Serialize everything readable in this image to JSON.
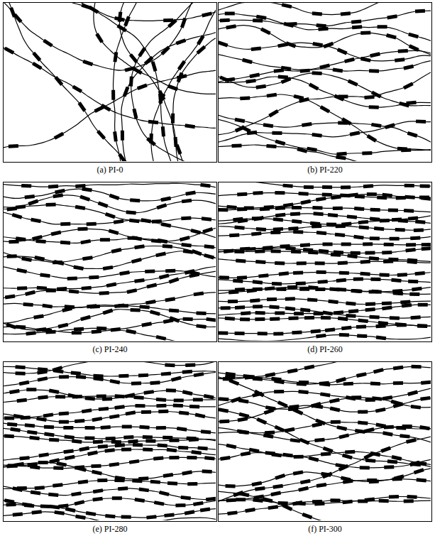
{
  "diagram": {
    "nodes": [
      {
        "text": [
          "(a) PI-0"
        ]
      },
      {
        "text": [
          "(b) PI-220"
        ]
      },
      {
        "text": [
          "(c) PI-240"
        ]
      },
      {
        "text": [
          "(d) PI-260"
        ]
      },
      {
        "text": [
          "(e) PI-280"
        ]
      },
      {
        "text": [
          "(f) PI-300"
        ]
      }
    ]
  }
}
